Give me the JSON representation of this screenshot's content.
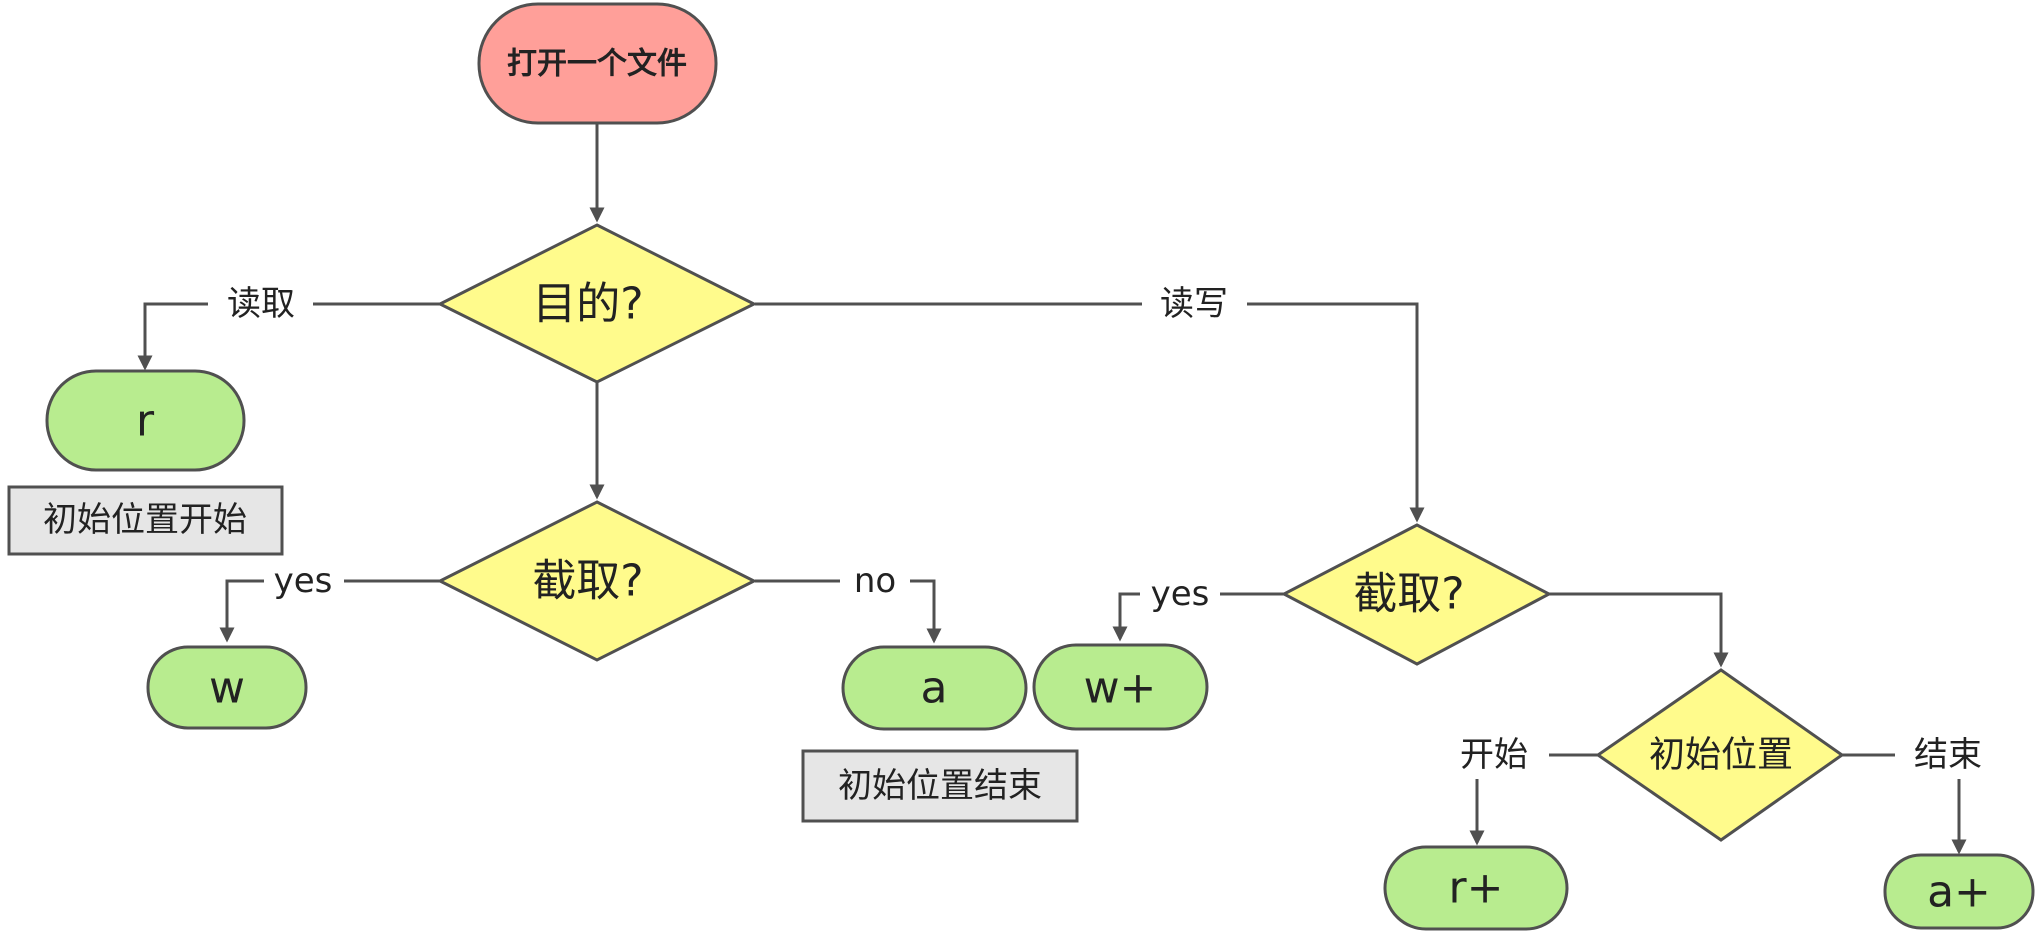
{
  "nodes": {
    "start": "打开一个文件",
    "purpose": "目的?",
    "truncate_read": "截取?",
    "truncate_rw": "截取?",
    "init_pos": "初始位置",
    "r": "r",
    "w": "w",
    "a": "a",
    "w_plus": "w+",
    "r_plus": "r+",
    "a_plus": "a+"
  },
  "notes": {
    "r_note": "初始位置开始",
    "a_note": "初始位置结束"
  },
  "edges": {
    "read": "读取",
    "read_write": "读写",
    "yes_left": "yes",
    "no": "no",
    "yes_right": "yes",
    "begin": "开始",
    "end": "结束"
  },
  "colors": {
    "start_fill": "#ff9f99",
    "node_fill": "#b8ec8f",
    "decision_fill": "#fffb8c",
    "note_fill": "#e6e6e6",
    "stroke": "#505050"
  }
}
